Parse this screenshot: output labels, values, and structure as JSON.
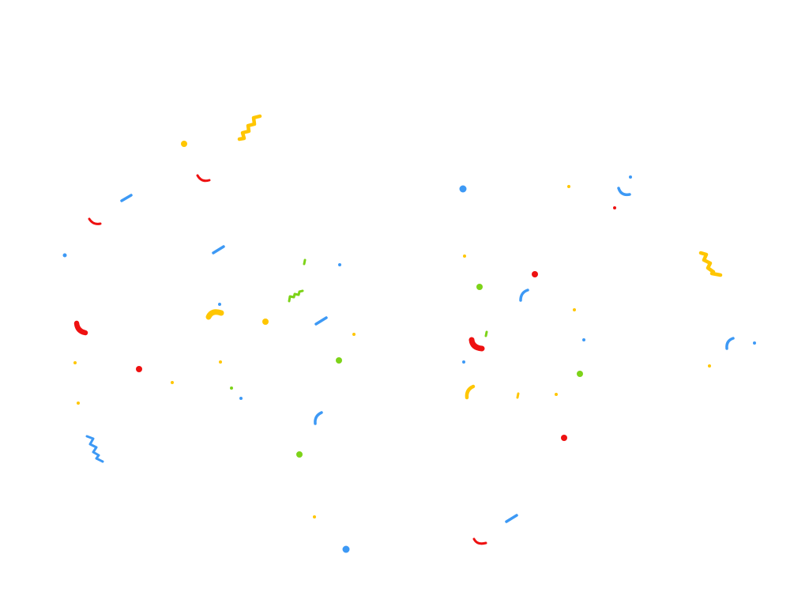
{
  "colors": {
    "background": "#ffffff",
    "red": "#ee1111",
    "yellow": "#ffc600",
    "blue": "#3d99f5",
    "green": "#7dd319"
  },
  "scene": {
    "description_name": "confetti-celebration",
    "piece_shapes": [
      "dot",
      "dash",
      "arc",
      "squiggle",
      "blob"
    ]
  }
}
